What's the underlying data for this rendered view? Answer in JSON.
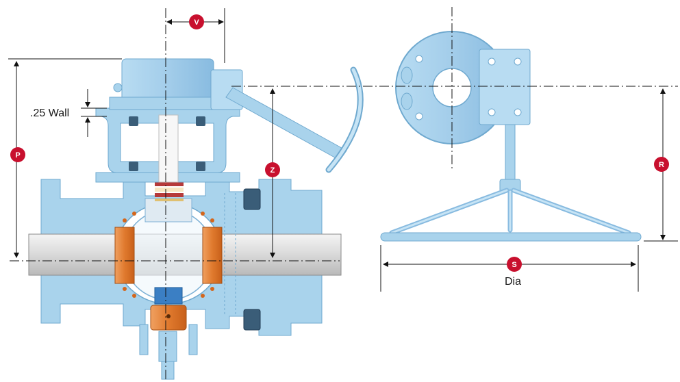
{
  "labels": {
    "wall": ".25 Wall",
    "dia": "Dia"
  },
  "badges": {
    "v": "V",
    "p": "P",
    "z": "Z",
    "r": "R",
    "s": "S"
  },
  "colors": {
    "valve_body": "#a9d3ec",
    "valve_edge": "#6fa9cf",
    "seat": "#e07a2e",
    "pipe": "#dcdcdc",
    "stem": "#f2f2f2",
    "badge": "#c8102e",
    "line": "#111111"
  }
}
